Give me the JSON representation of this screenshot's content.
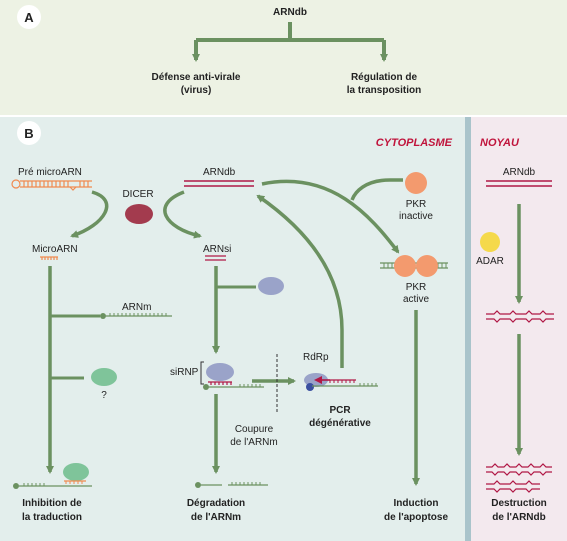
{
  "panel_a": {
    "badge": "A",
    "top": "ARNdb",
    "left_line1": "Défense anti-virale",
    "left_line2": "(virus)",
    "right_line1": "Régulation de",
    "right_line2": "la transposition"
  },
  "panel_b": {
    "badge": "B",
    "cytoplasm": "CYTOPLASME",
    "nucleus": "NOYAU",
    "pre_microarn": "Pré microARN",
    "dicer": "DICER",
    "arndb": "ARNdb",
    "microarn": "MicroARN",
    "arnsi": "ARNsi",
    "arnm": "ARNm",
    "question": "?",
    "sirnp": "siRNP",
    "rdrp": "RdRp",
    "pcr_line1": "PCR",
    "pcr_line2": "dégénérative",
    "coupure_line1": "Coupure",
    "coupure_line2": "de l'ARNm",
    "pkr_inactive_line1": "PKR",
    "pkr_inactive_line2": "inactive",
    "pkr_active_line1": "PKR",
    "pkr_active_line2": "active",
    "inhibition_line1": "Inhibition de",
    "inhibition_line2": "la traduction",
    "degradation_line1": "Dégradation",
    "degradation_line2": "de l'ARNm",
    "induction_line1": "Induction",
    "induction_line2": "de l'apoptose",
    "nucleus_arndb": "ARNdb",
    "adar": "ADAR",
    "destruction_line1": "Destruction",
    "destruction_line2": "de l'ARNdb"
  },
  "colors": {
    "panel_a_bg": "#edf2e4",
    "cytoplasm_bg": "#e3eeec",
    "nucleus_bg": "#f3e9ee",
    "divider": "#a9c4cb",
    "arrow_green": "#6b9160",
    "rna_red": "#b01846",
    "rna_orange": "#f08a50",
    "rna_green": "#6b9160",
    "dicer": "#a33b4e",
    "risc_blue": "#9aa3c9",
    "protein_green": "#7fc49a",
    "pkr_orange": "#f39a6e",
    "adar_yellow": "#f5d94a",
    "badge_fill": "#ffffff"
  }
}
